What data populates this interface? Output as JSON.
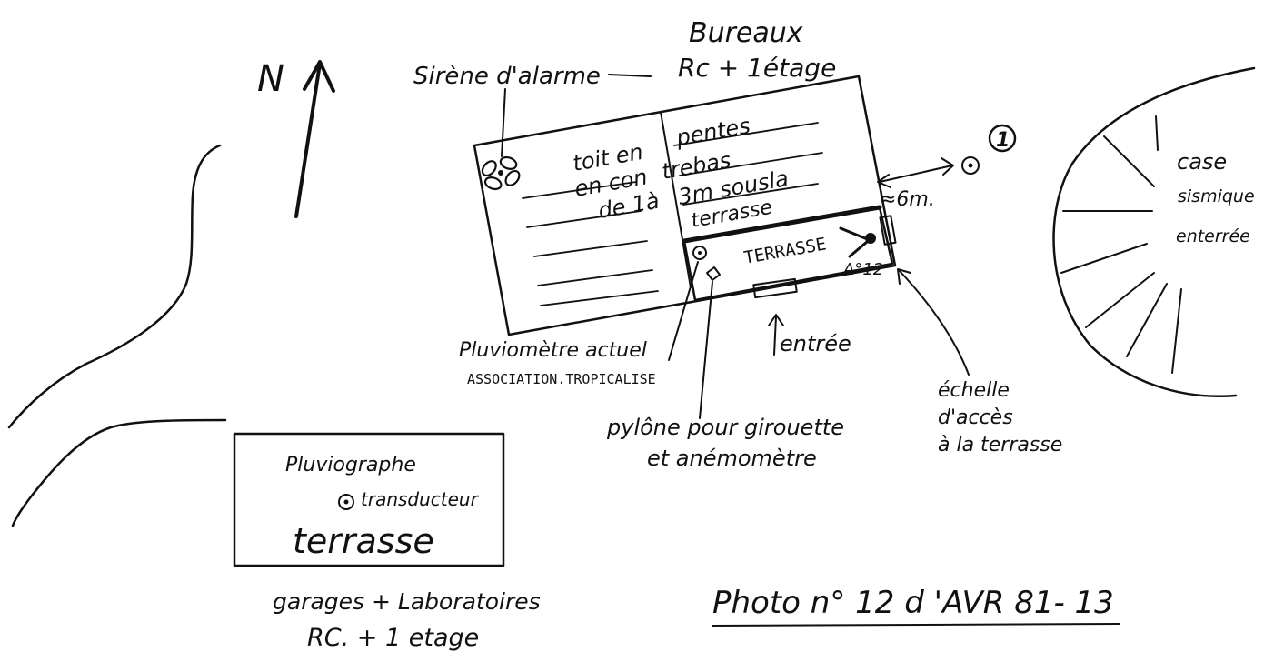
{
  "north": {
    "label": "N"
  },
  "bureaux": {
    "title": "Bureaux",
    "floors": "Rc + 1étage"
  },
  "siren": {
    "label": "Sirène d'alarme"
  },
  "roof_note": {
    "line1_left": "toit en",
    "line1_right": "pentes",
    "line2_left": "en con",
    "line2_right": "trebas",
    "line3_left": "de 1à",
    "line3_right": "3m sousla",
    "line4_right": "terrasse"
  },
  "terrace_main": {
    "label": "TERRASSE",
    "marker": "A°12"
  },
  "distance": {
    "label": "≈6m."
  },
  "point_one": {
    "label": "1"
  },
  "seismic": {
    "line1": "case",
    "line2": "sismique",
    "line3": "enterrée"
  },
  "entrance": {
    "label": "entrée"
  },
  "raingauge": {
    "line1": "Pluviomètre actuel",
    "line2": "ASSOCIATION.TROPICALISE"
  },
  "pylon": {
    "line1": "pylône pour girouette",
    "line2": "et anémomètre"
  },
  "ladder": {
    "line1": "échelle",
    "line2": "d'accès",
    "line3": "à la terrasse"
  },
  "lab_box": {
    "line1": "Pluviographe",
    "transducer": "transducteur",
    "terrace": "terrasse"
  },
  "garages": {
    "line1": "garages + Laboratoires",
    "line2": "RC. + 1 etage"
  },
  "photo_caption": {
    "label": "Photo n° 12 d 'AVR 81- 13"
  }
}
